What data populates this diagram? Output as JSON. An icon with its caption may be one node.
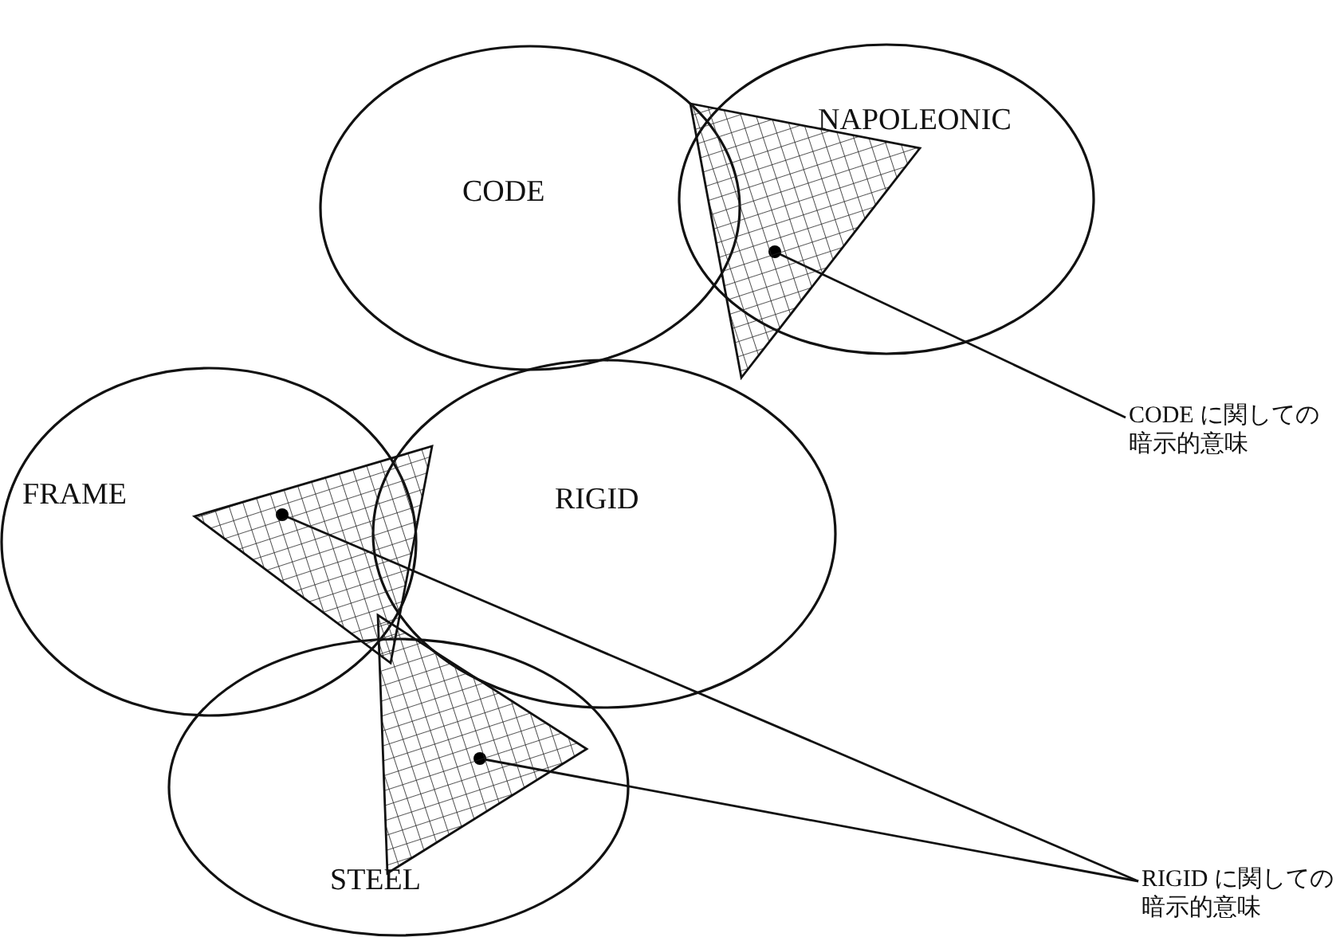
{
  "diagram": {
    "nodes": [
      {
        "text": [
          "CODE"
        ]
      },
      {
        "text": [
          "NAPOLEONIC"
        ]
      },
      {
        "text": [
          "FRAME"
        ]
      },
      {
        "text": [
          "RIGID"
        ]
      },
      {
        "text": [
          "STEEL"
        ]
      },
      {
        "text": [],
        "shape": "triangle"
      },
      {
        "text": [],
        "shape": "triangle"
      },
      {
        "text": [],
        "shape": "triangle"
      },
      {
        "text": [
          "CODE に関しての暗示的意味"
        ]
      },
      {
        "text": [
          "RIGID に関しての暗示的意味"
        ]
      }
    ],
    "edges": [
      {
        "from": 8,
        "to": 5,
        "arrow": "other"
      },
      {
        "from": 9,
        "to": 6,
        "arrow": "other"
      },
      {
        "from": 9,
        "to": 7,
        "arrow": "other"
      }
    ]
  }
}
